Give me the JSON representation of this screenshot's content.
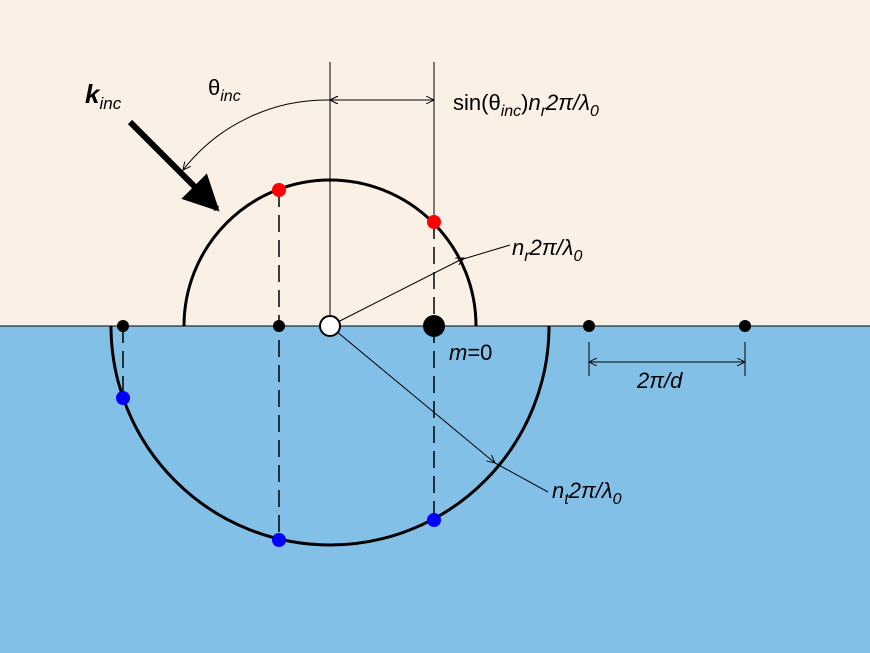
{
  "colors": {
    "incident_medium": "#faf0e6",
    "transmitted_medium": "#83c0e7",
    "reflected_point": "#ff0000",
    "transmitted_point": "#0000ff",
    "lattice_point": "#000000"
  },
  "labels": {
    "k_main": "k",
    "k_sub": "inc",
    "theta_main": "θ",
    "theta_sub": "inc",
    "sin_label": {
      "a": "sin(θ",
      "b": "inc",
      "c": ")",
      "d": "n",
      "e": "r",
      "f": "2π/λ",
      "g": "0"
    },
    "nr_label": {
      "a": "n",
      "b": "r",
      "c": "2π/λ",
      "d": "0"
    },
    "nt_label": {
      "a": "n",
      "b": "t",
      "c": "2π/λ",
      "d": "0"
    },
    "m_label": {
      "a": "m",
      "b": "=0"
    },
    "period_label": "2π/d"
  }
}
